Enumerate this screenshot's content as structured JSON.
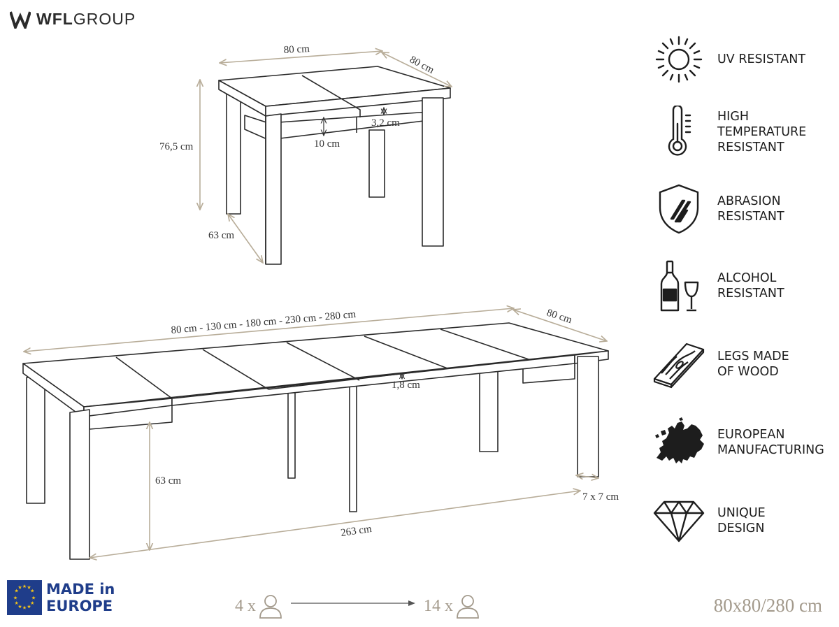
{
  "brand": {
    "prefix": "WFL",
    "suffix": "GROUP",
    "icon": "wfl-logo-icon"
  },
  "small_table": {
    "width": "80 cm",
    "depth": "80 cm",
    "height": "76,5 cm",
    "apron": "10 cm",
    "top_thickness": "3,2 cm",
    "leg_depth": "63 cm"
  },
  "extended_table": {
    "lengths": "80 cm - 130 cm - 180 cm - 230 cm - 280 cm",
    "depth": "80 cm",
    "leaf_thickness": "1,8 cm",
    "clearance_height": "63 cm",
    "leg_span": "263 cm",
    "leg_size": "7 x 7 cm"
  },
  "features": [
    {
      "icon": "sun-icon",
      "line1": "UV RESISTANT",
      "line2": ""
    },
    {
      "icon": "thermometer-icon",
      "line1": "HIGH",
      "line2": "TEMPERATURE",
      "line3": "RESISTANT"
    },
    {
      "icon": "shield-scratch-icon",
      "line1": "ABRASION",
      "line2": "RESISTANT"
    },
    {
      "icon": "wine-bottle-glass-icon",
      "line1": "ALCOHOL",
      "line2": "RESISTANT"
    },
    {
      "icon": "wood-plank-icon",
      "line1": "LEGS MADE",
      "line2": "OF WOOD"
    },
    {
      "icon": "europe-map-icon",
      "line1": "EUROPEAN",
      "line2": "MANUFACTURING"
    },
    {
      "icon": "diamond-icon",
      "line1": "UNIQUE",
      "line2": "DESIGN"
    }
  ],
  "eu_badge": {
    "icon": "eu-flag-icon",
    "line1": "MADE in",
    "line2": "EUROPE"
  },
  "capacity": {
    "from": "4 x",
    "to": "14 x",
    "icon": "person-icon"
  },
  "size_note": "80x80/280 cm",
  "colors": {
    "dimension": "#b8ad99",
    "outline": "#2a2a2a",
    "eu_blue": "#1f3d8a",
    "eu_gold": "#f5c518",
    "caption": "#a39a8c"
  }
}
